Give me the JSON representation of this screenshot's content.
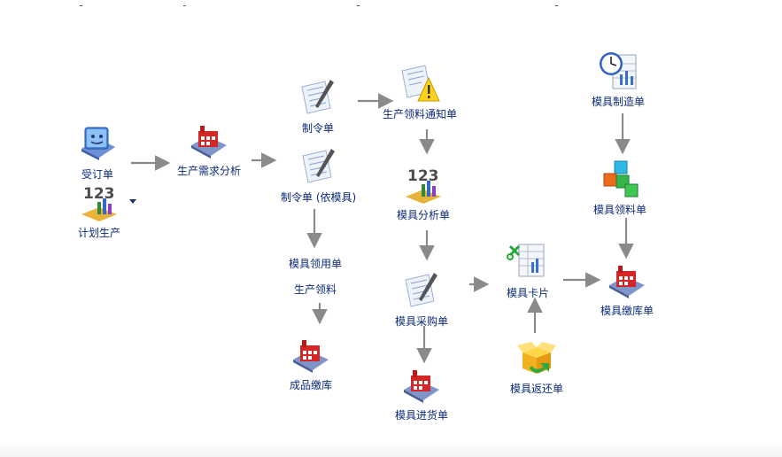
{
  "nodes": {
    "order": {
      "label": "受订单"
    },
    "plan": {
      "label": "计划生产"
    },
    "demand": {
      "label": "生产需求分析"
    },
    "work_order": {
      "label": "制令单"
    },
    "work_order_mold": {
      "label": "制令单 (依模具)"
    },
    "mold_use": {
      "label": "模具领用单"
    },
    "prod_pick": {
      "label": "生产领料"
    },
    "finished": {
      "label": "成品缴库"
    },
    "pick_notice": {
      "label": "生产领料通知单"
    },
    "mold_analysis": {
      "label": "模具分析单"
    },
    "mold_purchase": {
      "label": "模具采购单"
    },
    "mold_receipt": {
      "label": "模具进货单"
    },
    "mold_card": {
      "label": "模具卡片"
    },
    "mold_return": {
      "label": "模具返还单"
    },
    "mold_make": {
      "label": "模具制造单"
    },
    "mold_pick": {
      "label": "模具领料单"
    },
    "mold_stock": {
      "label": "模具缴库单"
    }
  },
  "colors": {
    "label": "#0b2a7a",
    "arrow": "#8a8a8a"
  }
}
